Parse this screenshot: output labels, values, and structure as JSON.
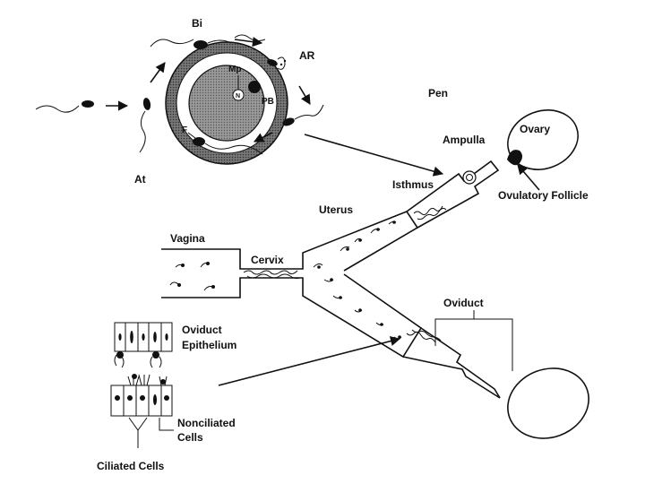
{
  "labels": {
    "bi": "Bi",
    "ar": "AR",
    "mp": "Mp",
    "pb": "PB",
    "f": "F",
    "at": "At",
    "pen": "Pen",
    "ampulla": "Ampulla",
    "ovary": "Ovary",
    "isthmus": "Isthmus",
    "ovulatory_follicle": "Ovulatory Follicle",
    "uterus": "Uterus",
    "vagina": "Vagina",
    "cervix": "Cervix",
    "oviduct": "Oviduct",
    "oviduct_epithelium_1": "Oviduct",
    "oviduct_epithelium_2": "Epithelium",
    "nonciliated_1": "Nonciliated",
    "nonciliated_2": "Cells",
    "ciliated": "Ciliated Cells",
    "nucleus": "N"
  }
}
